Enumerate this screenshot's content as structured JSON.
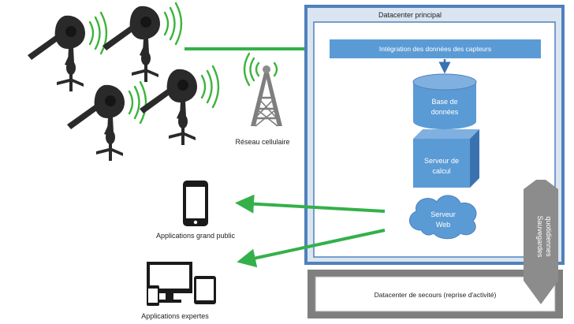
{
  "diagram": {
    "datacenter_main": {
      "title": "Datacenter principal"
    },
    "integration": {
      "label": "Intégration des données des capteurs"
    },
    "database": {
      "line1": "Base de",
      "line2": "données"
    },
    "compute_server": {
      "line1": "Serveur de",
      "line2": "calcul"
    },
    "web_server": {
      "line1": "Serveur",
      "line2": "Web"
    },
    "backups": {
      "line1": "Sauvegardes",
      "line2": "quotidiennes"
    },
    "datacenter_backup": {
      "label": "Datacenter de secours (reprise d'activité)"
    },
    "cellular": {
      "label": "Réseau cellulaire"
    },
    "consumer_apps": {
      "label": "Applications grand public"
    },
    "expert_apps": {
      "label": "Applications expertes"
    }
  },
  "colors": {
    "main_border": "#4f81bd",
    "inner_fill": "#ffffff",
    "blue_shape": "#5b9bd5",
    "blue_dark": "#3a72b0",
    "arrow_green": "#34b04a",
    "wave_green": "#3cb43c",
    "backup_gray": "#7f7f7f",
    "backup_fill": "#a6a6a6"
  },
  "icons": [
    "sensor-icon",
    "cell-tower-icon",
    "smartphone-icon",
    "monitor-icon",
    "tablet-icon"
  ]
}
